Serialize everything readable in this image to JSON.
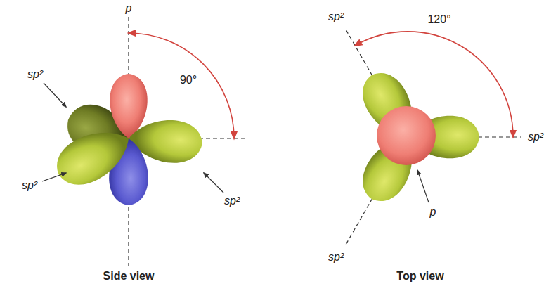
{
  "diagram": {
    "labels": [
      "p",
      "90°",
      "sp²",
      "sp²",
      "sp²",
      "Side view",
      "sp²",
      "120°",
      "sp²",
      "p",
      "sp²",
      "Top view"
    ]
  }
}
